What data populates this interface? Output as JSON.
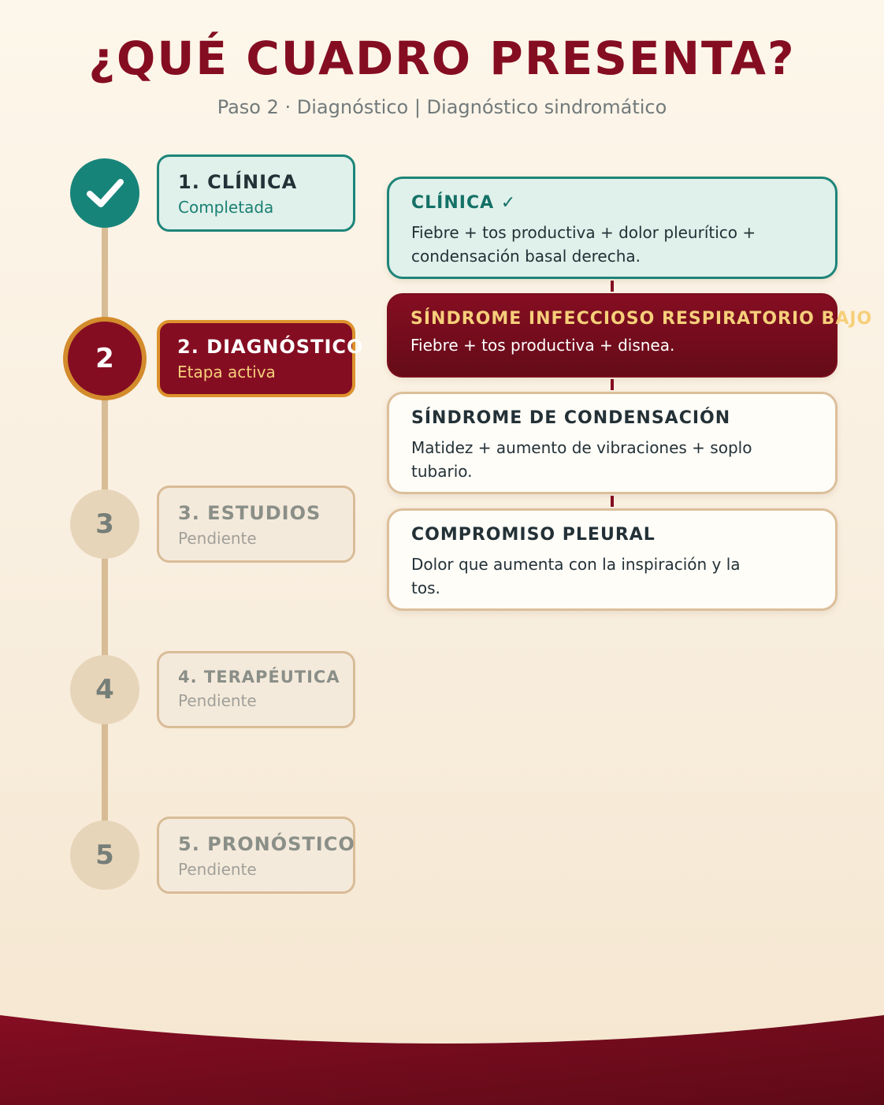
{
  "title": "¿QUÉ CUADRO PRESENTA?",
  "subtitle": "Paso 2 · Diagnóstico | Diagnóstico sindromático",
  "steps": [
    {
      "number": "1",
      "title": "1. CLÍNICA",
      "status": "Completada",
      "state": "done"
    },
    {
      "number": "2",
      "title": "2. DIAGNÓSTICO",
      "status": "Etapa activa",
      "state": "active"
    },
    {
      "number": "3",
      "title": "3. ESTUDIOS",
      "status": "Pendiente",
      "state": "pending"
    },
    {
      "number": "4",
      "title": "4. TERAPÉUTICA",
      "status": "Pendiente",
      "state": "pending"
    },
    {
      "number": "5",
      "title": "5. PRONÓSTICO",
      "status": "Pendiente",
      "state": "pending"
    }
  ],
  "cards": [
    {
      "title": "CLÍNICA ✓",
      "body": "Fiebre + tos productiva + dolor pleurítico + condensación basal derecha."
    },
    {
      "title": "SÍNDROME INFECCIOSO RESPIRATORIO BAJO",
      "body": "Fiebre + tos productiva + disnea."
    },
    {
      "title": "SÍNDROME DE CONDENSACIÓN",
      "body": "Matidez + aumento de vibraciones + soplo tubario."
    },
    {
      "title": "COMPROMISO PLEURAL",
      "body": "Dolor que aumenta con la inspiración y la tos."
    }
  ],
  "colors": {
    "primary": "#850d22",
    "accent": "#d38b2c",
    "done": "#17847a",
    "pending": "#e7d5ba"
  },
  "icons": {
    "done_step": "check-icon"
  }
}
